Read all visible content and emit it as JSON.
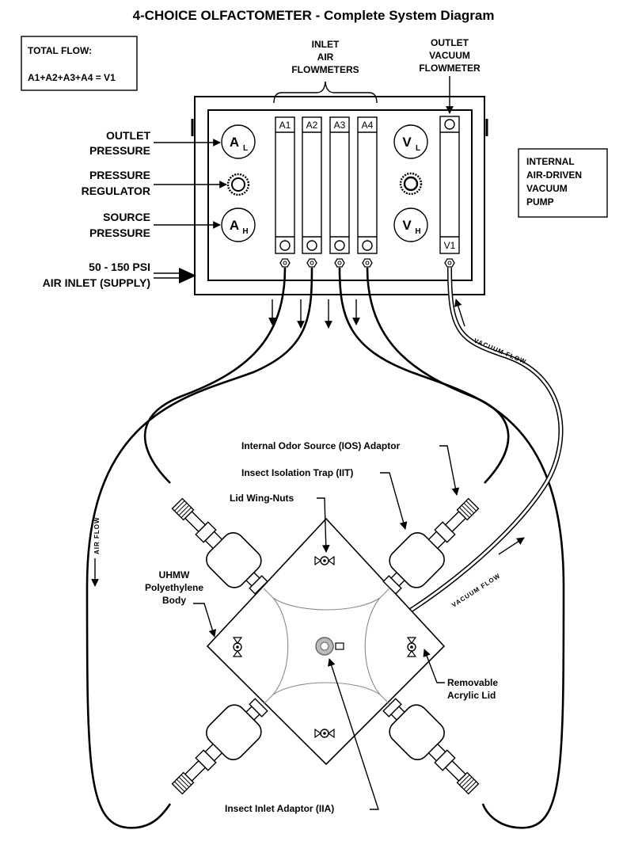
{
  "title": "4-CHOICE OLFACTOMETER - Complete System Diagram",
  "total_flow": {
    "heading": "TOTAL FLOW:",
    "formula": "A1+A2+A3+A4 = V1"
  },
  "top_labels": {
    "inlet": [
      "INLET",
      "AIR",
      "FLOWMETERS"
    ],
    "outlet": [
      "OUTLET",
      "VACUUM",
      "FLOWMETER"
    ]
  },
  "pump_box": [
    "INTERNAL",
    "AIR-DRIVEN",
    "VACUUM",
    "PUMP"
  ],
  "left_labels": {
    "outlet_pressure": [
      "OUTLET",
      "PRESSURE"
    ],
    "pressure_regulator": [
      "PRESSURE",
      "REGULATOR"
    ],
    "source_pressure": [
      "SOURCE",
      "PRESSURE"
    ],
    "air_inlet": [
      "50 - 150 PSI",
      "AIR INLET (SUPPLY)"
    ]
  },
  "gauges": {
    "a_low": {
      "main": "A",
      "sub": "L"
    },
    "a_high": {
      "main": "A",
      "sub": "H"
    },
    "v_low": {
      "main": "V",
      "sub": "L"
    },
    "v_high": {
      "main": "V",
      "sub": "H"
    }
  },
  "flowmeters": [
    "A1",
    "A2",
    "A3",
    "A4"
  ],
  "vacuum_meter": "V1",
  "flow_labels": {
    "vacuum_flow_top": "VACUUM FLOW",
    "vacuum_flow_mid": "VACUUM FLOW",
    "air_flow": "AIR FLOW"
  },
  "callouts": {
    "ios": "Internal Odor Source (IOS) Adaptor",
    "iit": "Insect Isolation Trap (IIT)",
    "wingnuts": "Lid Wing-Nuts",
    "body": [
      "UHMW",
      "Polyethylene",
      "Body"
    ],
    "lid": [
      "Removable",
      "Acrylic Lid"
    ],
    "iia": "Insect Inlet Adaptor (IIA)"
  }
}
